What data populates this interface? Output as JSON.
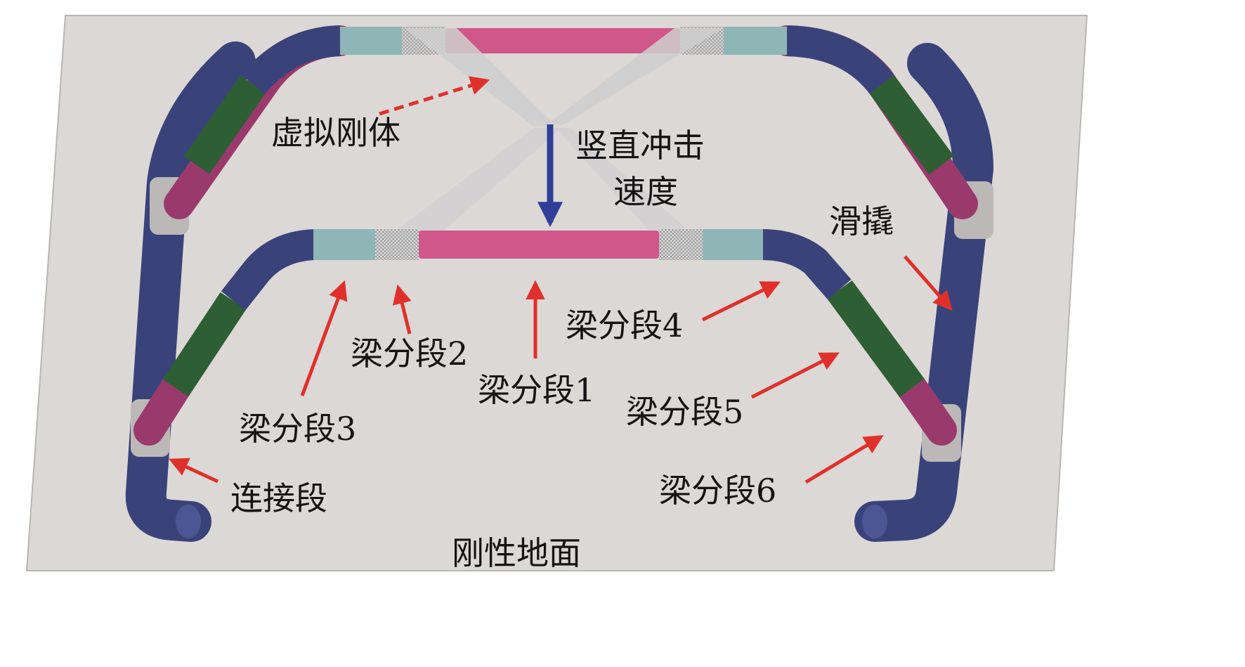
{
  "labels": {
    "virtual_rigid_body": "虚拟刚体",
    "vertical_impact_speed_line1": "竖直冲击",
    "vertical_impact_speed_line2": "速度",
    "skid": "滑撬",
    "beam_segment_1": "梁分段1",
    "beam_segment_2": "梁分段2",
    "beam_segment_3": "梁分段3",
    "beam_segment_4": "梁分段4",
    "beam_segment_5": "梁分段5",
    "beam_segment_6": "梁分段6",
    "connection_segment": "连接段",
    "rigid_ground": "刚性地面"
  },
  "colors": {
    "ground": "#dcd8d6",
    "tube_navy": "#3a4379",
    "segment_green": "#2e5e33",
    "segment_magenta": "#9a3a6c",
    "segment_pink": "#d05789",
    "segment_teal": "#8fb6b7",
    "connector_gray": "#bcb8b8",
    "arrow_red": "#e0302b",
    "arrow_blue": "#313e98"
  }
}
